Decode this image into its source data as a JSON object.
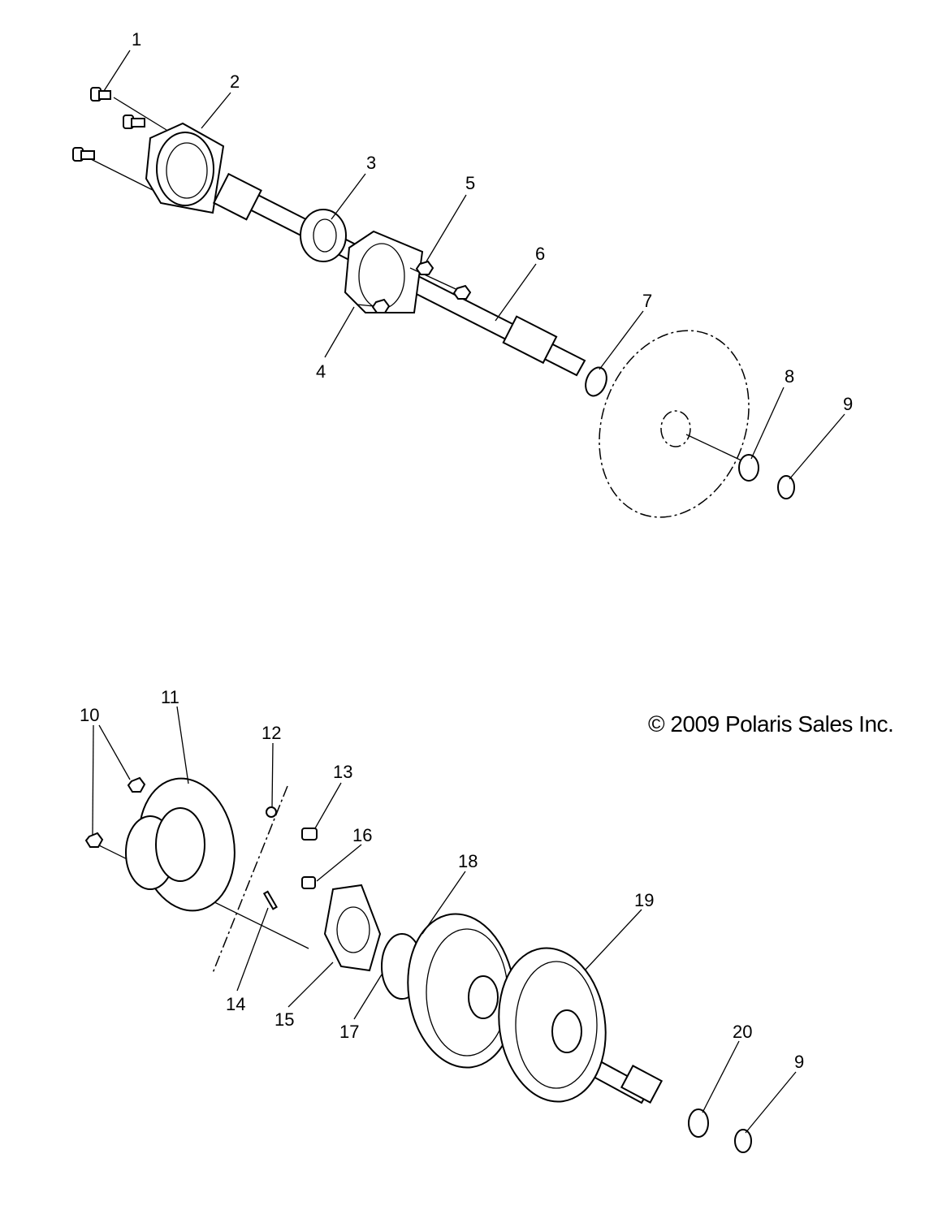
{
  "diagram": {
    "upper_callouts": [
      "1",
      "2",
      "3",
      "4",
      "5",
      "6",
      "7",
      "8",
      "9"
    ],
    "lower_callouts": [
      "10",
      "11",
      "12",
      "13",
      "14",
      "15",
      "16",
      "17",
      "18",
      "19",
      "20",
      "9"
    ]
  },
  "copyright": "© 2009 Polaris Sales Inc."
}
